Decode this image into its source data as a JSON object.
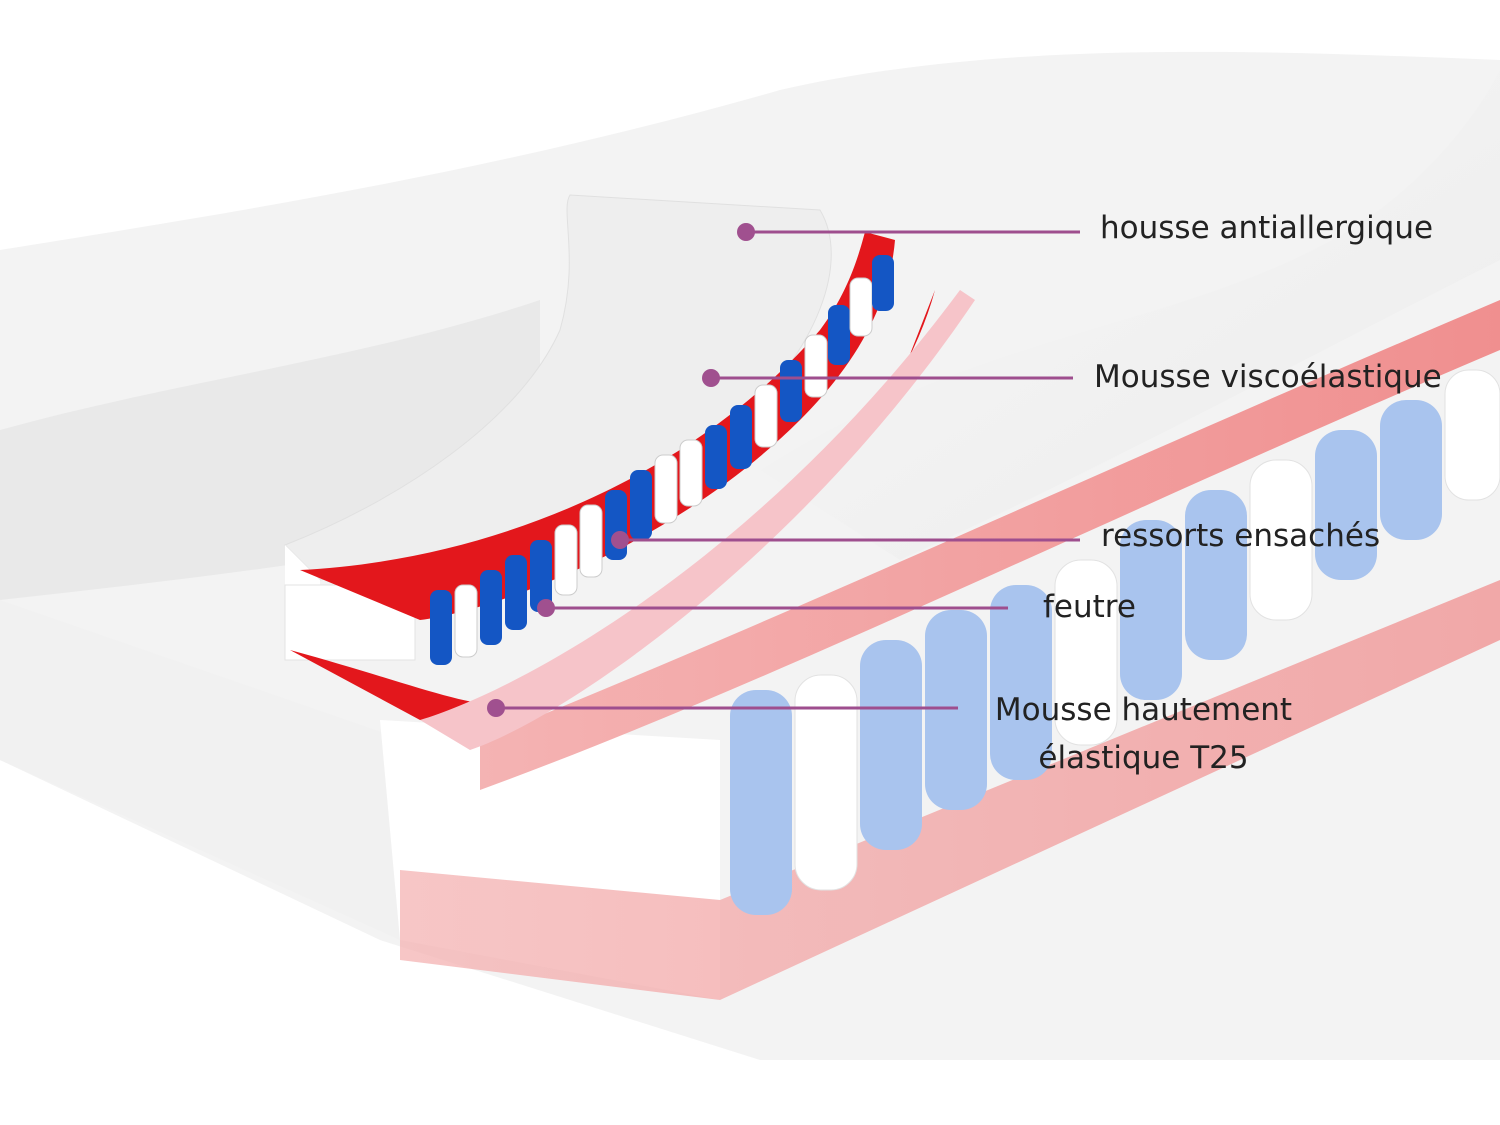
{
  "colors": {
    "leader_line": "#9e4e8e",
    "leader_dot": "#a0508f",
    "label_text": "#222222",
    "felt_red": "#e3171c",
    "spring_blue": "#1456c4",
    "foam_pink": "#f2a8a8"
  },
  "labels": {
    "cover": "housse antiallergique",
    "memory_foam": "Mousse viscoélastique",
    "springs": "ressorts ensachés",
    "felt": "feutre",
    "ha_foam_line1": "Mousse hautement",
    "ha_foam_line2": "élastique T25"
  }
}
